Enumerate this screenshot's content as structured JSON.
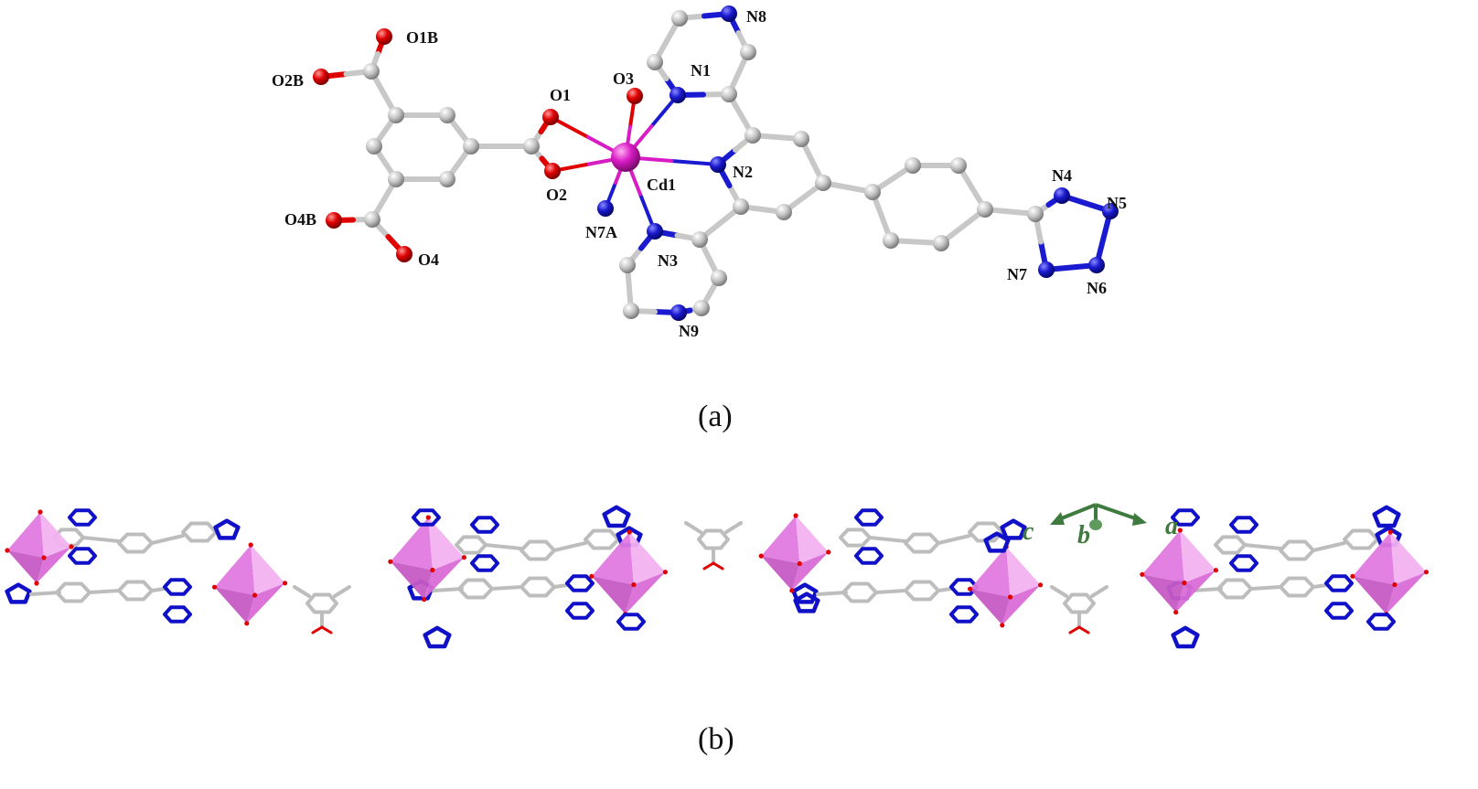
{
  "panel_a": {
    "label": "(a)",
    "colors": {
      "carbon": "#c8c8c8",
      "oxygen": "#e00000",
      "nitrogen": "#1010c8",
      "cadmium": "#d81bc4"
    },
    "atom_labels": {
      "O1B": "O1B",
      "O2B": "O2B",
      "O4B": "O4B",
      "O4": "O4",
      "O1": "O1",
      "O2": "O2",
      "O3": "O3",
      "Cd1": "Cd1",
      "N7A": "N7A",
      "N1": "N1",
      "N2": "N2",
      "N3": "N3",
      "N8": "N8",
      "N9": "N9",
      "N4": "N4",
      "N5": "N5",
      "N6": "N6",
      "N7": "N7"
    }
  },
  "panel_b": {
    "label": "(b)",
    "colors": {
      "polyhedron": "#e27ae0",
      "ligand": "#bdbdbd",
      "n_stick": "#1010c8",
      "axes": "#3f7a3f"
    },
    "axes": {
      "c": "c",
      "b": "b",
      "a": "a"
    }
  }
}
